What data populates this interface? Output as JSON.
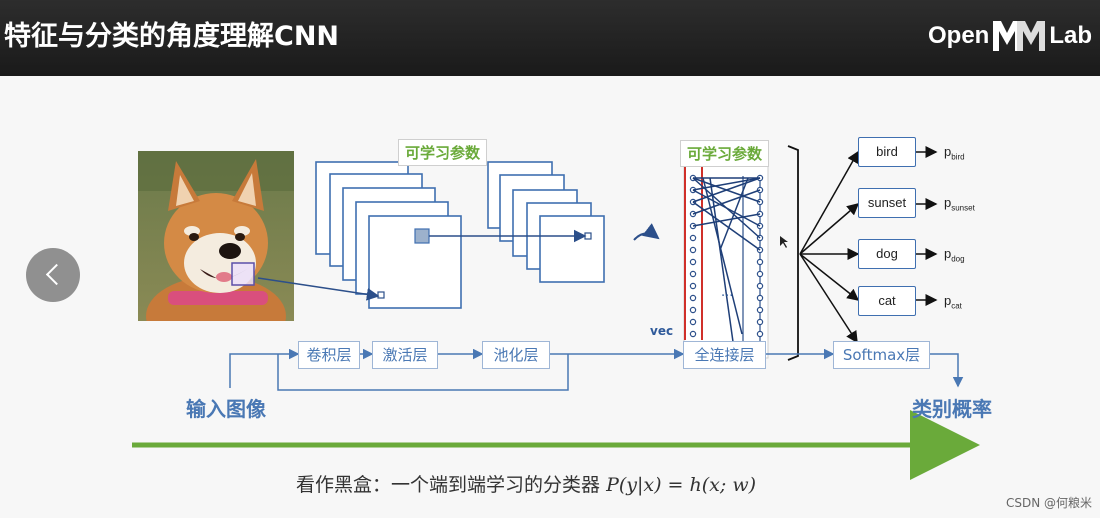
{
  "header": {
    "title": "特征与分类的角度理解CNN",
    "logo_open": "Open",
    "logo_lab": "Lab"
  },
  "diagram": {
    "param_label_left": "可学习参数",
    "param_label_right": "可学习参数",
    "pipeline": [
      "卷积层",
      "激活层",
      "池化层",
      "全连接层",
      "Softmax层"
    ],
    "vec_label": "vec",
    "ellipsis": "...",
    "classes": [
      "bird",
      "sunset",
      "dog",
      "cat"
    ],
    "probs": [
      {
        "p": "p",
        "sub": "bird"
      },
      {
        "p": "p",
        "sub": "sunset"
      },
      {
        "p": "p",
        "sub": "dog"
      },
      {
        "p": "p",
        "sub": "cat"
      }
    ],
    "input_label": "输入图像",
    "output_label": "类别概率"
  },
  "formula": {
    "text": "看作黑盒：一个端到端学习的分类器",
    "math": "P(y|x) = h(x; w)"
  },
  "watermark": "CSDN @何粮米",
  "colors": {
    "accent_blue": "#4a78b4",
    "accent_green": "#6aaa3a",
    "header_bg": "#1f1f1f"
  }
}
